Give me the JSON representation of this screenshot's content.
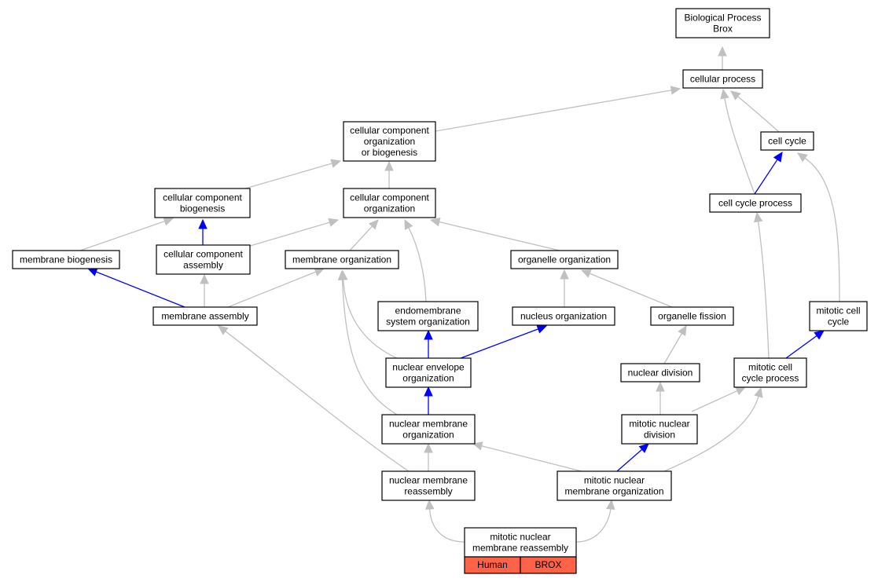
{
  "colors": {
    "gray_edge": "#c0c0c0",
    "blue_edge": "#0000ff",
    "node_border": "#000000",
    "legend_fill": "#ff6347"
  },
  "nodes": [
    {
      "id": "bp",
      "lines": [
        "Biological Process",
        "Brox"
      ]
    },
    {
      "id": "cp",
      "lines": [
        "cellular process"
      ]
    },
    {
      "id": "ccob",
      "lines": [
        "cellular component",
        "organization",
        "or biogenesis"
      ]
    },
    {
      "id": "cc",
      "lines": [
        "cell cycle"
      ]
    },
    {
      "id": "ccb",
      "lines": [
        "cellular component",
        "biogenesis"
      ]
    },
    {
      "id": "cco",
      "lines": [
        "cellular component",
        "organization"
      ]
    },
    {
      "id": "ccp",
      "lines": [
        "cell cycle process"
      ]
    },
    {
      "id": "mb",
      "lines": [
        "membrane biogenesis"
      ]
    },
    {
      "id": "cca",
      "lines": [
        "cellular component",
        "assembly"
      ]
    },
    {
      "id": "mo",
      "lines": [
        "membrane organization"
      ]
    },
    {
      "id": "oo",
      "lines": [
        "organelle organization"
      ]
    },
    {
      "id": "mcc",
      "lines": [
        "mitotic cell",
        "cycle"
      ]
    },
    {
      "id": "ma",
      "lines": [
        "membrane assembly"
      ]
    },
    {
      "id": "eso",
      "lines": [
        "endomembrane",
        "system organization"
      ]
    },
    {
      "id": "no",
      "lines": [
        "nucleus organization"
      ]
    },
    {
      "id": "of",
      "lines": [
        "organelle fission"
      ]
    },
    {
      "id": "neo",
      "lines": [
        "nuclear envelope",
        "organization"
      ]
    },
    {
      "id": "nd",
      "lines": [
        "nuclear division"
      ]
    },
    {
      "id": "mccp",
      "lines": [
        "mitotic cell",
        "cycle process"
      ]
    },
    {
      "id": "nmo",
      "lines": [
        "nuclear membrane",
        "organization"
      ]
    },
    {
      "id": "mnd",
      "lines": [
        "mitotic nuclear",
        "division"
      ]
    },
    {
      "id": "nmr",
      "lines": [
        "nuclear membrane",
        "reassembly"
      ]
    },
    {
      "id": "mnmo",
      "lines": [
        "mitotic nuclear",
        "membrane organization"
      ]
    },
    {
      "id": "mnmr",
      "lines": [
        "mitotic nuclear",
        "membrane reassembly"
      ]
    }
  ],
  "legend": {
    "species": "Human",
    "gene": "BROX"
  },
  "edges": [
    {
      "from": "cp",
      "to": "bp",
      "kind": "gray"
    },
    {
      "from": "ccob",
      "to": "cp",
      "kind": "gray"
    },
    {
      "from": "ccp",
      "to": "cp",
      "kind": "gray"
    },
    {
      "from": "cc",
      "to": "cp",
      "kind": "gray"
    },
    {
      "from": "ccp",
      "to": "cc",
      "kind": "blue"
    },
    {
      "from": "mcc",
      "to": "cc",
      "kind": "gray"
    },
    {
      "from": "ccb",
      "to": "ccob",
      "kind": "gray"
    },
    {
      "from": "cco",
      "to": "ccob",
      "kind": "gray"
    },
    {
      "from": "mb",
      "to": "ccb",
      "kind": "gray"
    },
    {
      "from": "cca",
      "to": "ccb",
      "kind": "blue"
    },
    {
      "from": "cca",
      "to": "cco",
      "kind": "gray"
    },
    {
      "from": "mo",
      "to": "cco",
      "kind": "gray"
    },
    {
      "from": "eso",
      "to": "cco",
      "kind": "gray"
    },
    {
      "from": "oo",
      "to": "cco",
      "kind": "gray"
    },
    {
      "from": "ma",
      "to": "mb",
      "kind": "blue"
    },
    {
      "from": "ma",
      "to": "cca",
      "kind": "gray"
    },
    {
      "from": "ma",
      "to": "mo",
      "kind": "gray"
    },
    {
      "from": "neo",
      "to": "mo",
      "kind": "gray"
    },
    {
      "from": "nmo",
      "to": "mo",
      "kind": "gray"
    },
    {
      "from": "no",
      "to": "oo",
      "kind": "gray"
    },
    {
      "from": "of",
      "to": "oo",
      "kind": "gray"
    },
    {
      "from": "neo",
      "to": "eso",
      "kind": "blue"
    },
    {
      "from": "neo",
      "to": "no",
      "kind": "blue"
    },
    {
      "from": "nd",
      "to": "of",
      "kind": "gray"
    },
    {
      "from": "mccp",
      "to": "ccp",
      "kind": "gray"
    },
    {
      "from": "mccp",
      "to": "mcc",
      "kind": "blue"
    },
    {
      "from": "nmo",
      "to": "neo",
      "kind": "blue"
    },
    {
      "from": "mnd",
      "to": "nd",
      "kind": "gray"
    },
    {
      "from": "mnd",
      "to": "mccp",
      "kind": "gray"
    },
    {
      "from": "mnmo",
      "to": "mccp",
      "kind": "gray"
    },
    {
      "from": "nmr",
      "to": "nmo",
      "kind": "gray"
    },
    {
      "from": "mnmo",
      "to": "nmo",
      "kind": "gray"
    },
    {
      "from": "mnmo",
      "to": "mnd",
      "kind": "blue"
    },
    {
      "from": "nmr",
      "to": "ma",
      "kind": "gray"
    },
    {
      "from": "mnmr",
      "to": "nmr",
      "kind": "gray"
    },
    {
      "from": "mnmr",
      "to": "mnmo",
      "kind": "gray"
    }
  ]
}
